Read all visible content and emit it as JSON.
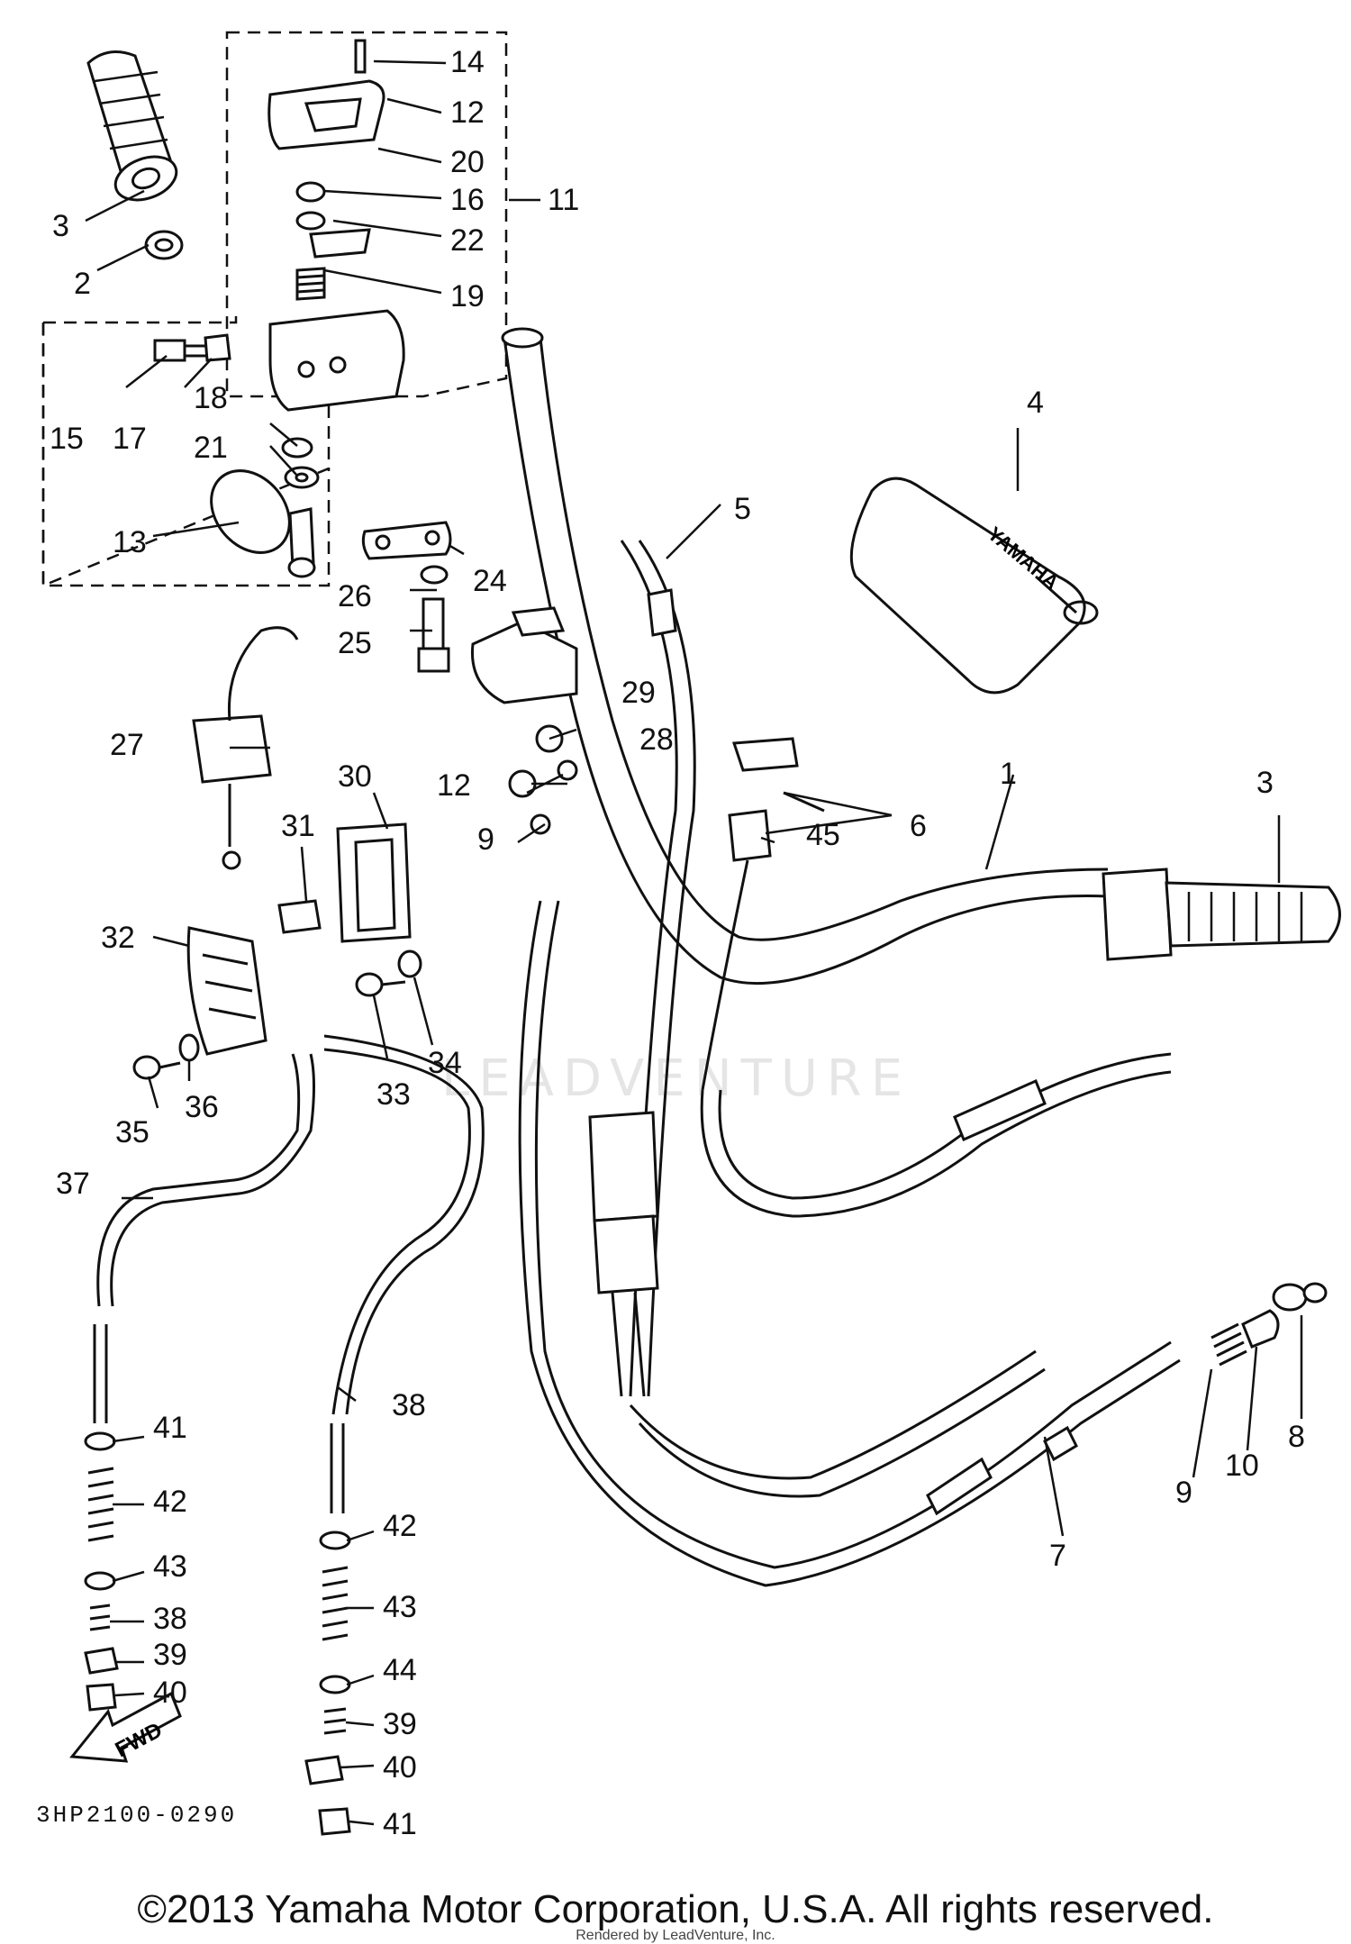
{
  "diagram": {
    "drawing_code": "3HP2100-0290",
    "copyright": "©2013 Yamaha Motor Corporation, U.S.A. All rights reserved.",
    "rendered_by": "Rendered by LeadVenture, Inc.",
    "watermark": "LEADVENTURE",
    "part4_brand_text": "YAMAHA",
    "fwd_arrow_text": "FWD",
    "callouts": [
      {
        "id": "c1",
        "label": "1"
      },
      {
        "id": "c2",
        "label": "2"
      },
      {
        "id": "c3a",
        "label": "3"
      },
      {
        "id": "c3b",
        "label": "3"
      },
      {
        "id": "c4",
        "label": "4"
      },
      {
        "id": "c5",
        "label": "5"
      },
      {
        "id": "c6",
        "label": "6"
      },
      {
        "id": "c7",
        "label": "7"
      },
      {
        "id": "c8",
        "label": "8"
      },
      {
        "id": "c9",
        "label": "9"
      },
      {
        "id": "c10",
        "label": "10"
      },
      {
        "id": "c11",
        "label": "11"
      },
      {
        "id": "c12",
        "label": "12"
      },
      {
        "id": "c13",
        "label": "13"
      },
      {
        "id": "c14",
        "label": "14"
      },
      {
        "id": "c15",
        "label": "15"
      },
      {
        "id": "c16",
        "label": "16"
      },
      {
        "id": "c17",
        "label": "17"
      },
      {
        "id": "c18",
        "label": "18"
      },
      {
        "id": "c19",
        "label": "19"
      },
      {
        "id": "c20",
        "label": "20"
      },
      {
        "id": "c21",
        "label": "21"
      },
      {
        "id": "c22",
        "label": "22"
      },
      {
        "id": "c23",
        "label": "23"
      },
      {
        "id": "c24",
        "label": "24"
      },
      {
        "id": "c25",
        "label": "25"
      },
      {
        "id": "c26",
        "label": "26"
      },
      {
        "id": "c27",
        "label": "27"
      },
      {
        "id": "c28",
        "label": "28"
      },
      {
        "id": "c29",
        "label": "29"
      },
      {
        "id": "c30",
        "label": "30"
      },
      {
        "id": "c31",
        "label": "31"
      },
      {
        "id": "c32",
        "label": "32"
      },
      {
        "id": "c33",
        "label": "33"
      },
      {
        "id": "c34",
        "label": "34"
      },
      {
        "id": "c35",
        "label": "35"
      },
      {
        "id": "c36",
        "label": "36"
      },
      {
        "id": "c37",
        "label": "37"
      },
      {
        "id": "c38a",
        "label": "38"
      },
      {
        "id": "c38b",
        "label": "38"
      },
      {
        "id": "c39a",
        "label": "39"
      },
      {
        "id": "c39b",
        "label": "39"
      },
      {
        "id": "c40a",
        "label": "40"
      },
      {
        "id": "c40b",
        "label": "40"
      },
      {
        "id": "c41a",
        "label": "41"
      },
      {
        "id": "c41b",
        "label": "41"
      },
      {
        "id": "c42a",
        "label": "42"
      },
      {
        "id": "c42b",
        "label": "42"
      },
      {
        "id": "c43a",
        "label": "43"
      },
      {
        "id": "c43b",
        "label": "43"
      },
      {
        "id": "c44a",
        "label": "44"
      },
      {
        "id": "c44b",
        "label": "44"
      },
      {
        "id": "c45",
        "label": "45"
      }
    ]
  }
}
